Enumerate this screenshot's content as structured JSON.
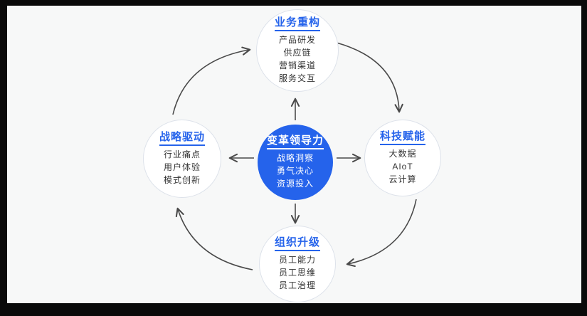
{
  "canvas": {
    "background": "#f7f8f8",
    "frame_color": "#0a0a0a",
    "accent_blue": "#2563eb",
    "arrow_color": "#4a4a4a"
  },
  "center": {
    "title": "变革领导力",
    "items": [
      "战略洞察",
      "勇气决心",
      "资源投入"
    ]
  },
  "nodes": {
    "top": {
      "title": "业务重构",
      "items": [
        "产品研发",
        "供应链",
        "营销渠道",
        "服务交互"
      ]
    },
    "right": {
      "title": "科技赋能",
      "items": [
        "大数据",
        "AIoT",
        "云计算"
      ]
    },
    "bottom": {
      "title": "组织升级",
      "items": [
        "员工能力",
        "员工思维",
        "员工治理"
      ]
    },
    "left": {
      "title": "战略驱动",
      "items": [
        "行业痛点",
        "用户体验",
        "模式创新"
      ]
    }
  },
  "flow": {
    "cycle_direction": "clockwise",
    "links": [
      "top->right",
      "right->bottom",
      "bottom->left",
      "left->top",
      "center->top",
      "center->right",
      "center->bottom",
      "center->left"
    ]
  }
}
